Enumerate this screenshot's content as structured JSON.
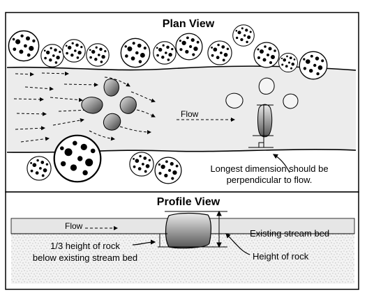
{
  "plan": {
    "title": "Plan View",
    "flow_label": "Flow",
    "note_line1": "Longest dimension should be",
    "note_line2": "perpendicular to flow."
  },
  "profile": {
    "title": "Profile View",
    "flow_label": "Flow",
    "existing_bed_label": "Existing stream bed",
    "height_label": "Height of rock",
    "depth_line1": "1/3 height of rock",
    "depth_line2": "below existing stream bed"
  }
}
